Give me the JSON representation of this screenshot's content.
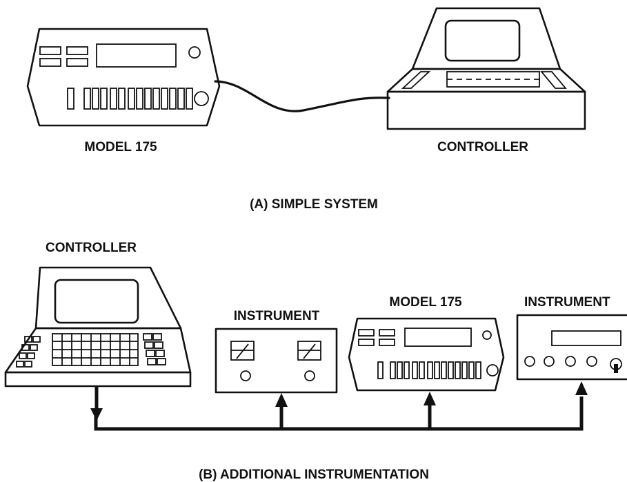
{
  "panel_a": {
    "model_label": "MODEL 175",
    "controller_label": "CONTROLLER",
    "caption": "(A) SIMPLE SYSTEM"
  },
  "panel_b": {
    "controller_label": "CONTROLLER",
    "instrument_1_label": "INSTRUMENT",
    "model_label": "MODEL 175",
    "instrument_2_label": "INSTRUMENT",
    "caption": "(B) ADDITIONAL INSTRUMENTATION"
  }
}
